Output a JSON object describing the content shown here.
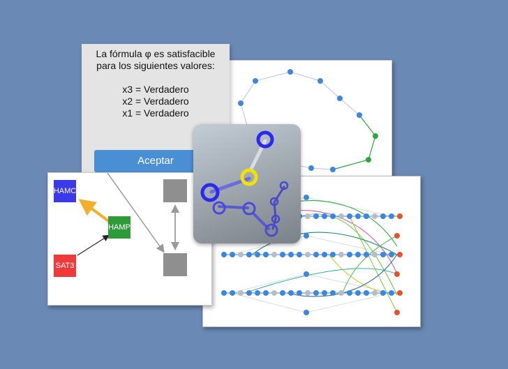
{
  "dialog": {
    "message_line1": "La fórmula φ es satisfacible",
    "message_line2": "para los siguientes valores:",
    "assignments": [
      "x3 = Verdadero",
      "x2 = Verdadero",
      "x1 = Verdadero"
    ],
    "accept_label": "Aceptar"
  },
  "reduction": {
    "nodes": [
      {
        "label": "HAMC",
        "color": "#3a3ae8"
      },
      {
        "label": "HAMP",
        "color": "#2f9a3a"
      },
      {
        "label": "SAT3",
        "color": "#f03a3a"
      }
    ]
  },
  "colors": {
    "background": "#6a8ab5",
    "node_blue": "#3b86e0",
    "node_green": "#2ea83a",
    "node_red": "#e8502e",
    "logo_ring": "#2a2aee",
    "logo_highlight": "#f2e200"
  }
}
